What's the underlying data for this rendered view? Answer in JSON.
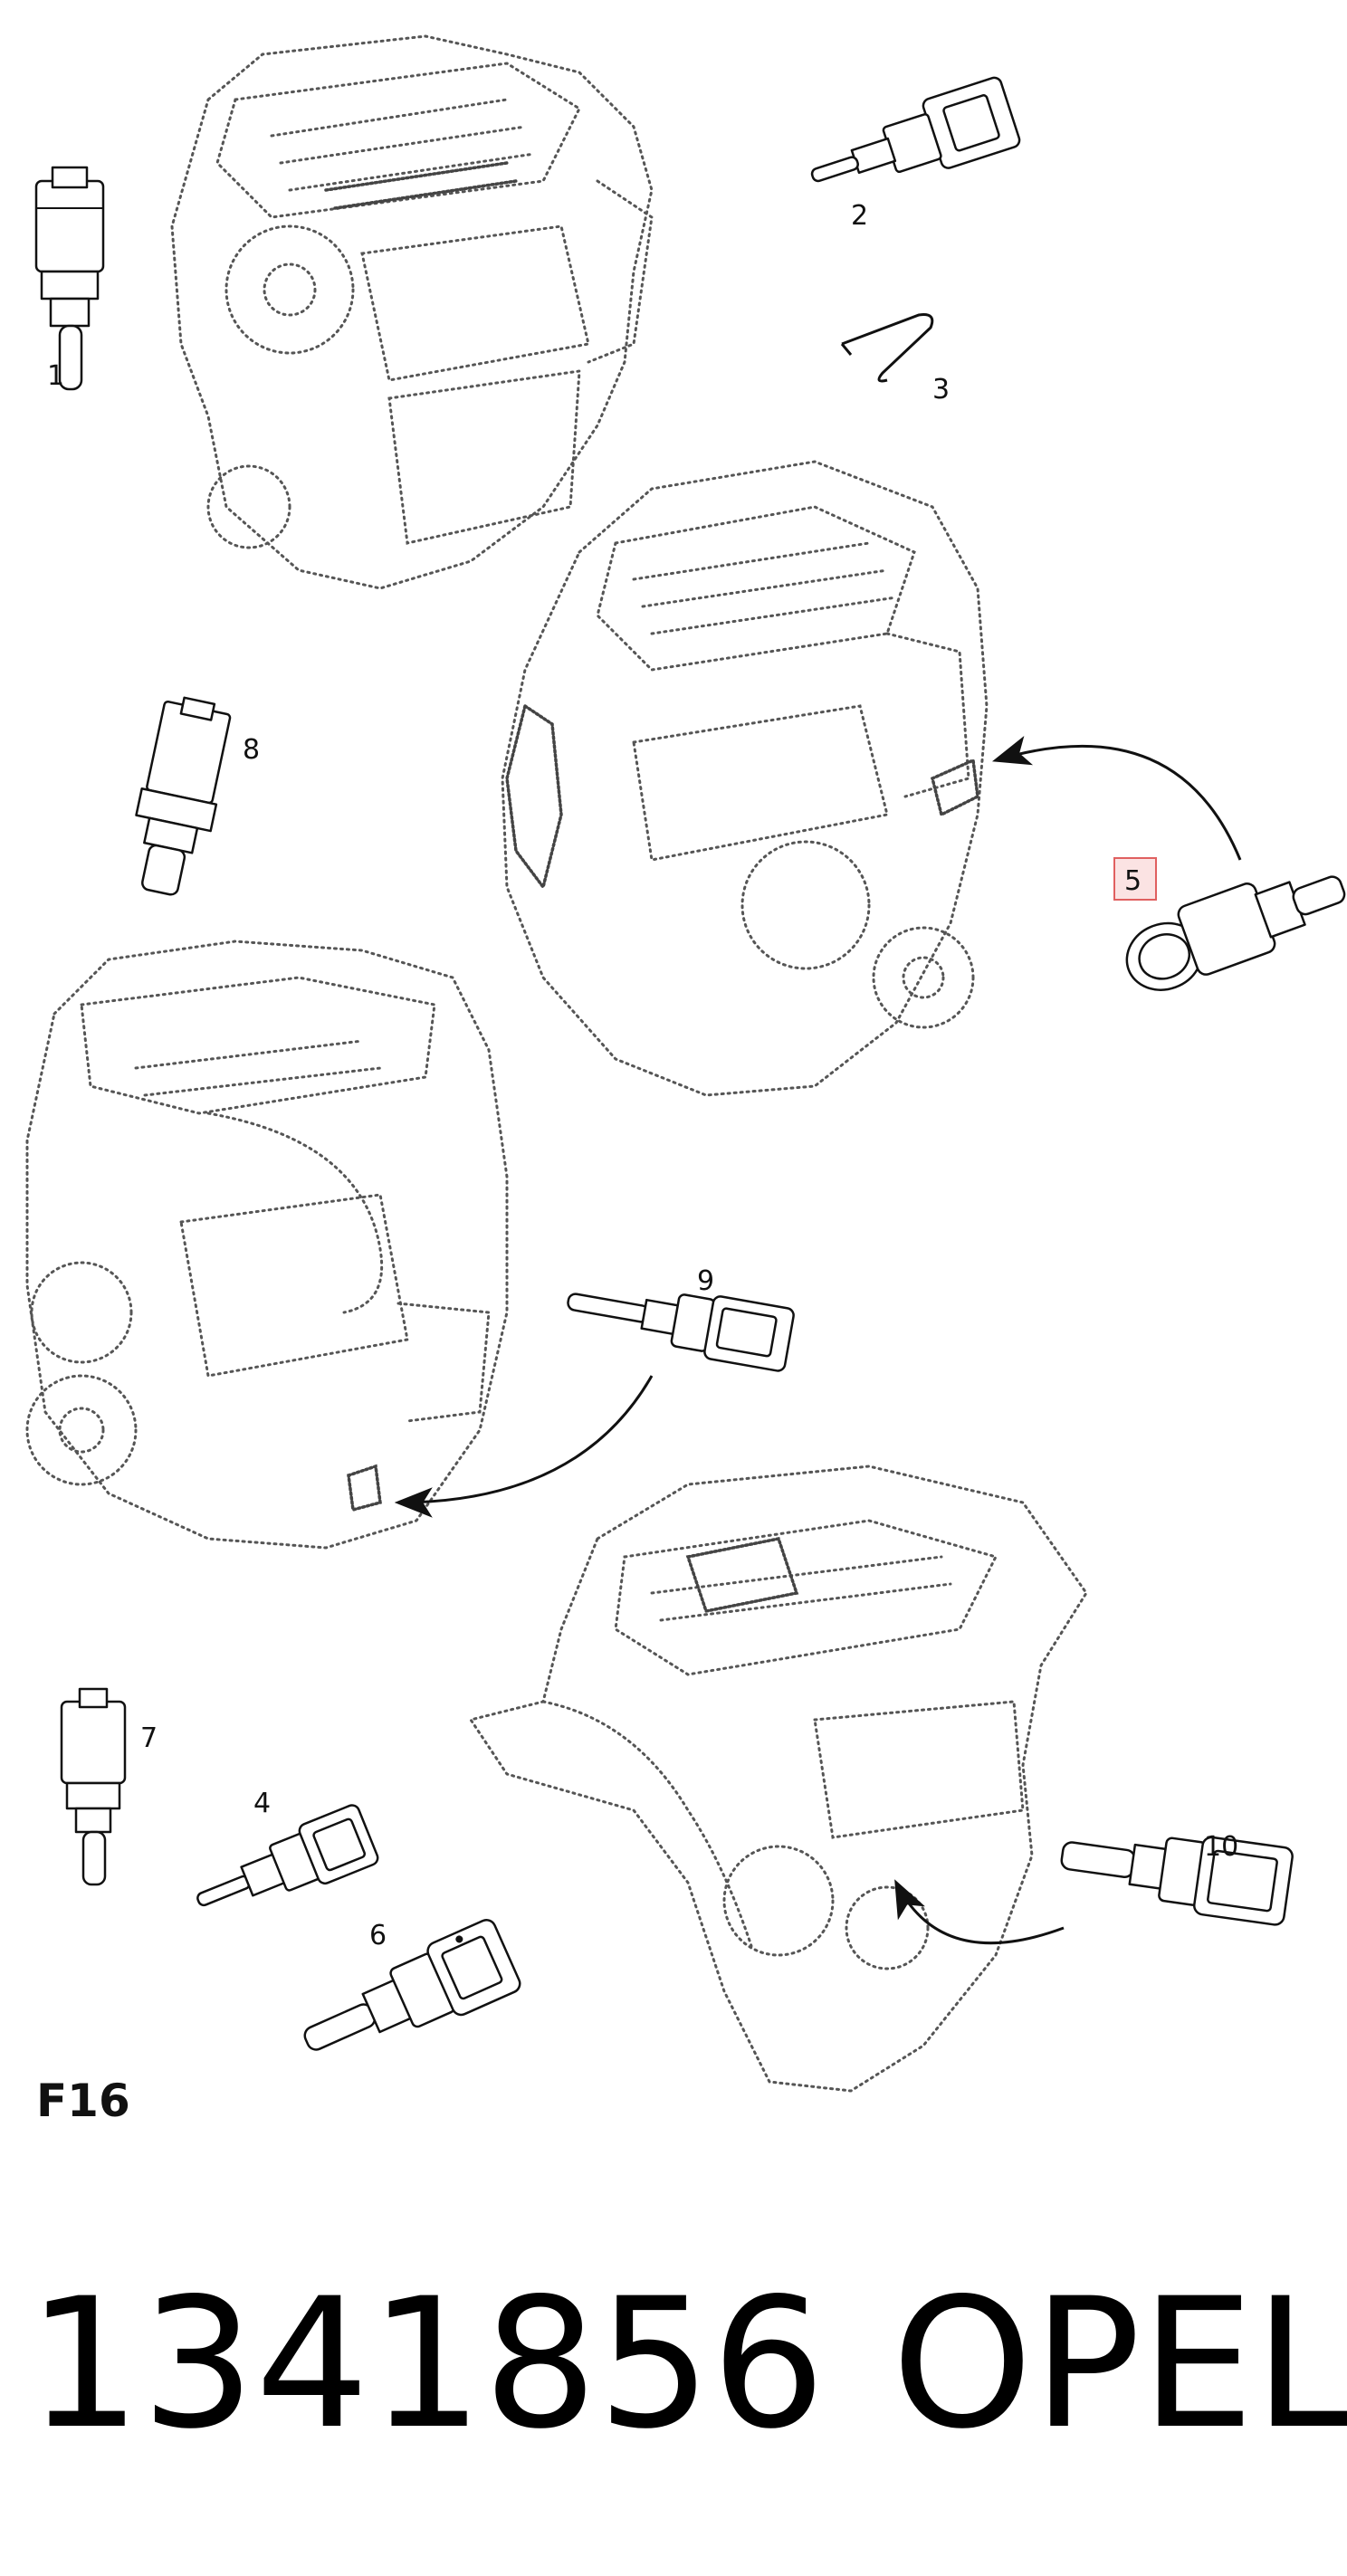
{
  "diagram": {
    "sheet_code": "F16",
    "part_number": "1341856",
    "brand": "OPEL",
    "highlight_color": "#e06060",
    "callouts": {
      "c1": "1",
      "c2": "2",
      "c3": "3",
      "c4": "4",
      "c5": "5",
      "c6": "6",
      "c7": "7",
      "c8": "8",
      "c9": "9",
      "c10": "10"
    }
  }
}
